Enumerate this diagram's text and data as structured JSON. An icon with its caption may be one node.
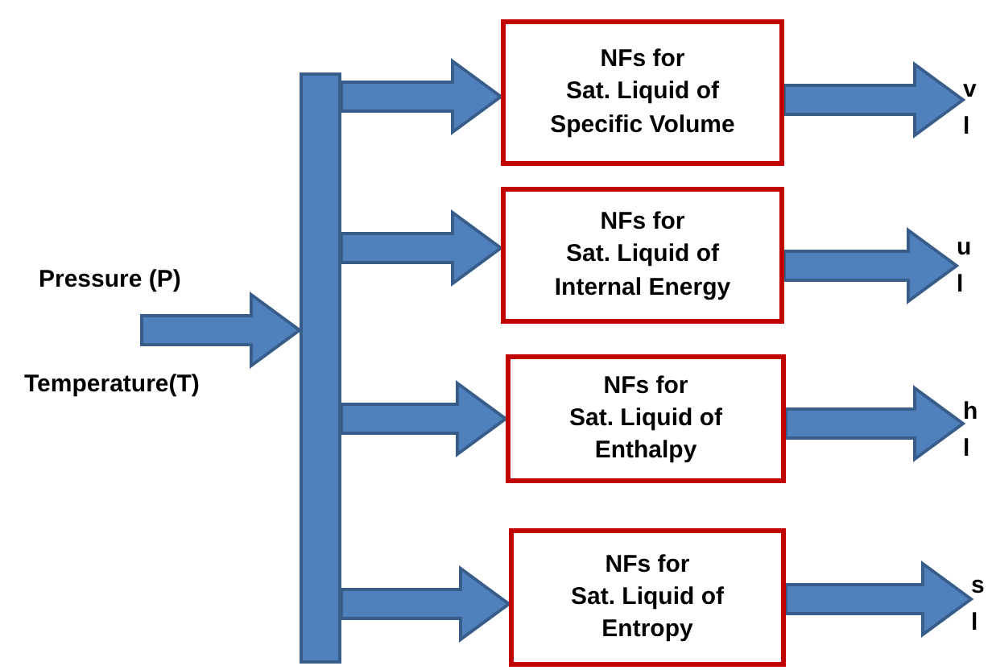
{
  "diagram": {
    "nodes": [
      {
        "text": [],
        "shape": "bar"
      },
      {
        "text": [
          "NFs for",
          "Sat. Liquid of Specific Volume"
        ]
      },
      {
        "text": [
          "NFs for",
          "Sat. Liquid of Internal Energy"
        ]
      },
      {
        "text": [
          "NFs for",
          "Sat. Liquid of Enthalpy"
        ]
      },
      {
        "text": [
          "NFs for",
          "Sat. Liquid of Entropy"
        ]
      },
      {
        "text": [
          "v l"
        ]
      },
      {
        "text": [
          "u l"
        ]
      },
      {
        "text": [
          "h l"
        ]
      },
      {
        "text": [
          "s l"
        ]
      }
    ],
    "edges": [
      {
        "from": null,
        "to": 0,
        "arrow": "to"
      },
      {
        "from": 0,
        "to": 1,
        "arrow": "to"
      },
      {
        "from": 0,
        "to": 2,
        "arrow": "to"
      },
      {
        "from": 0,
        "to": 3,
        "arrow": "to"
      },
      {
        "from": 0,
        "to": 4,
        "arrow": "to"
      },
      {
        "from": 1,
        "to": 5,
        "arrow": "to"
      },
      {
        "from": 2,
        "to": 6,
        "arrow": "to"
      },
      {
        "from": 3,
        "to": 7,
        "arrow": "to"
      },
      {
        "from": 4,
        "to": 8,
        "arrow": "to"
      }
    ],
    "labels": [
      "Pressure (P)",
      "Temperature(T)"
    ]
  }
}
